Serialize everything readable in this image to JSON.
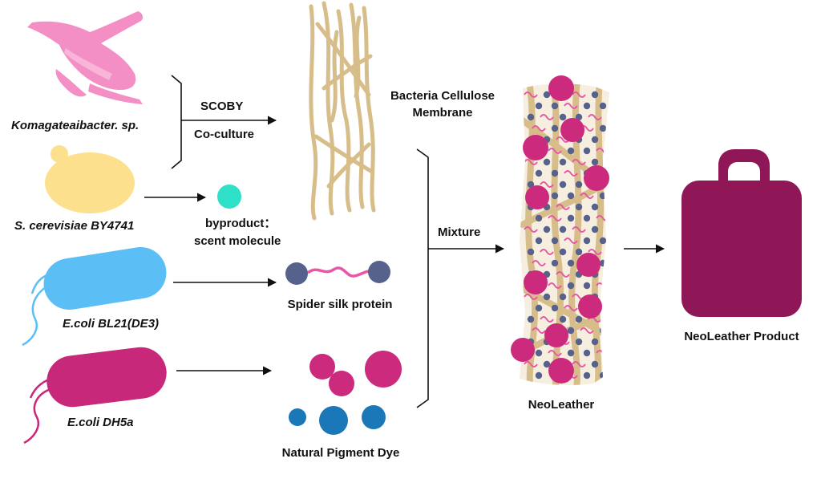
{
  "organisms": {
    "komagataeibacter": "Komagateaibacter. sp.",
    "yeast": "S. cerevisiae BY4741",
    "ecoli_bl21": "E.coli BL21(DE3)",
    "ecoli_dh5a": "E.coli DH5a"
  },
  "process": {
    "scoby": "SCOBY",
    "coculture": "Co-culture",
    "mixture": "Mixture"
  },
  "products": {
    "cellulose_line1": "Bacteria Cellulose",
    "cellulose_line2": "Membrane",
    "byproduct_line1": "byproduct：",
    "byproduct_line2": "scent molecule",
    "silk": "Spider silk protein",
    "dye": "Natural Pigment Dye",
    "neoleather": "NeoLeather",
    "final": "NeoLeather Product"
  },
  "colors": {
    "komagataeibacter": "#f48fc5",
    "yeast": "#fde08e",
    "scent": "#2ee0c8",
    "ecoli_bl21": "#5bbef5",
    "ecoli_dh5a": "#c8287a",
    "fiber": "#d7bd8a",
    "silk_bead": "#56628c",
    "silk_chain": "#e956a8",
    "pigment_magenta": "#cc2a7c",
    "pigment_blue": "#1a78b8",
    "bag": "#8f1757",
    "arrow": "#111111"
  }
}
